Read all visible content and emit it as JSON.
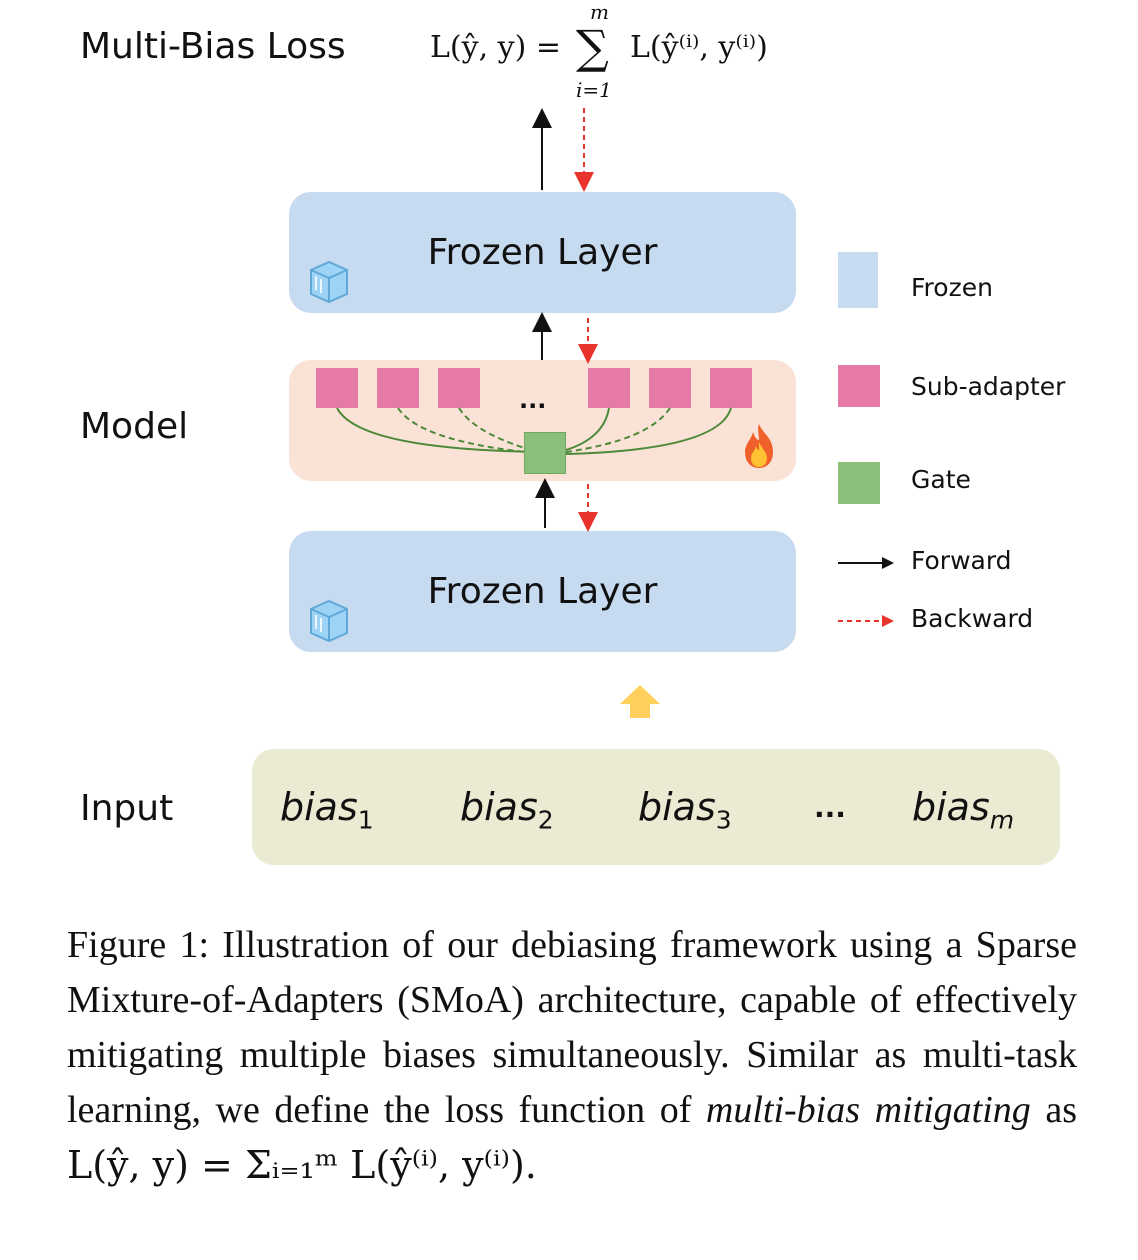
{
  "labels": {
    "multi_bias_loss": "Multi-Bias Loss",
    "model": "Model",
    "input": "Input"
  },
  "formula": {
    "lhs": "L(ŷ, y) =",
    "sum_upper": "m",
    "sum_lower": "i=1",
    "rhs": "L(ŷ⁽ⁱ⁾, y⁽ⁱ⁾)"
  },
  "layers": {
    "top_title": "Frozen Layer",
    "bottom_title": "Frozen Layer",
    "ellipsis": "..."
  },
  "inputs": [
    {
      "base": "bias",
      "sub": "1"
    },
    {
      "base": "bias",
      "sub": "2"
    },
    {
      "base": "bias",
      "sub": "3"
    },
    {
      "base": "...",
      "sub": ""
    },
    {
      "base": "bias",
      "sub": "m"
    }
  ],
  "legend": {
    "frozen": "Frozen",
    "sub_adapter": "Sub-adapter",
    "gate": "Gate",
    "forward": "Forward",
    "backward": "Backward"
  },
  "colors": {
    "frozen": "#c6daf0",
    "sub_adapter": "#e57aa6",
    "gate": "#8bc07a",
    "adapter_bg": "#fbe2d6",
    "input_bg": "#ebebd3",
    "backward_arrow": "#e8332a",
    "input_arrow": "#ffd15c"
  },
  "icons": {
    "frozen": "ice-cube-icon",
    "trainable": "fire-icon"
  },
  "caption": {
    "figure_label": "Figure 1:",
    "text_1": "Illustration of our debiasing framework using a Sparse Mixture-of-Adapters (SMoA) architecture, capable of effectively mitigating multiple biases simultaneously.  Similar as multi-task learning, we define the loss function of ",
    "emphasis": "multi-bias mitigating",
    "text_2": " as ",
    "formula": "L(ŷ, y) = Σᵢ₌₁ᵐ L(ŷ⁽ⁱ⁾, y⁽ⁱ⁾)."
  }
}
